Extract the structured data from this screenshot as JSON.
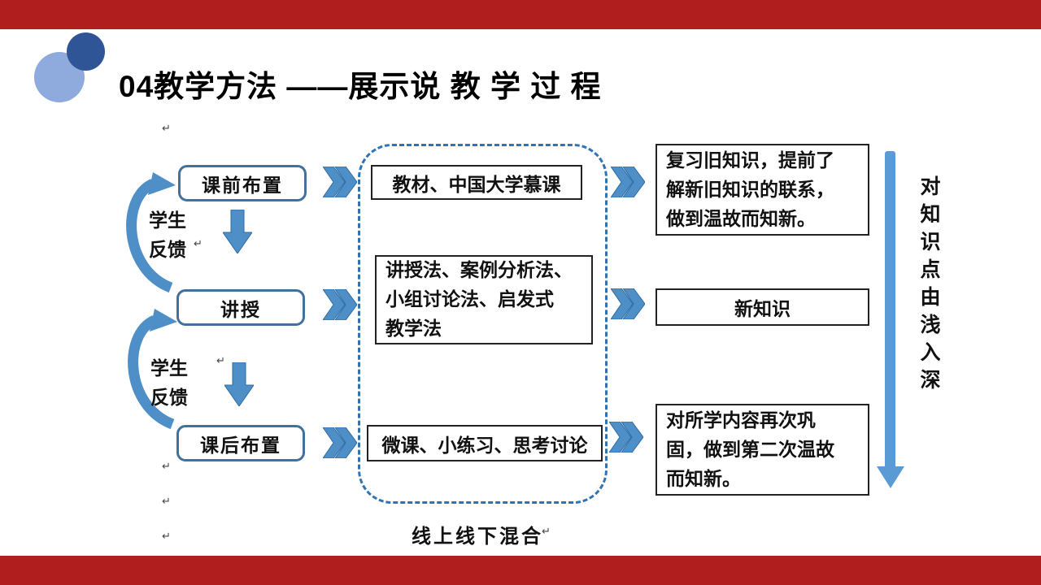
{
  "slide": {
    "title": "04教学方法 ——展示说 教 学 过 程",
    "bottom_note": "线上线下混合",
    "paragraph_mark": "↵"
  },
  "colors": {
    "header_bar_red": "#B01E1E",
    "circle_light_blue": "#8FAADC",
    "circle_dark_blue": "#2F5597",
    "flow_arrow_blue": "#4E8FC7",
    "stage_border_blue": "#41719C",
    "dashed_border_blue": "#2E74B5",
    "depth_arrow_blue": "#5B9BD5"
  },
  "flow": {
    "stages": [
      {
        "label": "课前布置"
      },
      {
        "label": "讲授"
      },
      {
        "label": "课后布置"
      }
    ],
    "feedback_label": "学生\n反馈",
    "methods": [
      {
        "text": "教材、中国大学慕课"
      },
      {
        "text": "讲授法、案例分析法、\n小组讨论法、启发式\n教学法"
      },
      {
        "text": "微课、小练习、思考讨论"
      }
    ],
    "outcomes": [
      {
        "text": "复习旧知识，提前了\n解新旧知识的联系，\n做到温故而知新。"
      },
      {
        "text": "新知识"
      },
      {
        "text": "对所学内容再次巩\n固，做到第二次温故\n而知新。"
      }
    ],
    "depth_label": "对\n知\n识\n点\n由\n浅\n入\n深"
  }
}
